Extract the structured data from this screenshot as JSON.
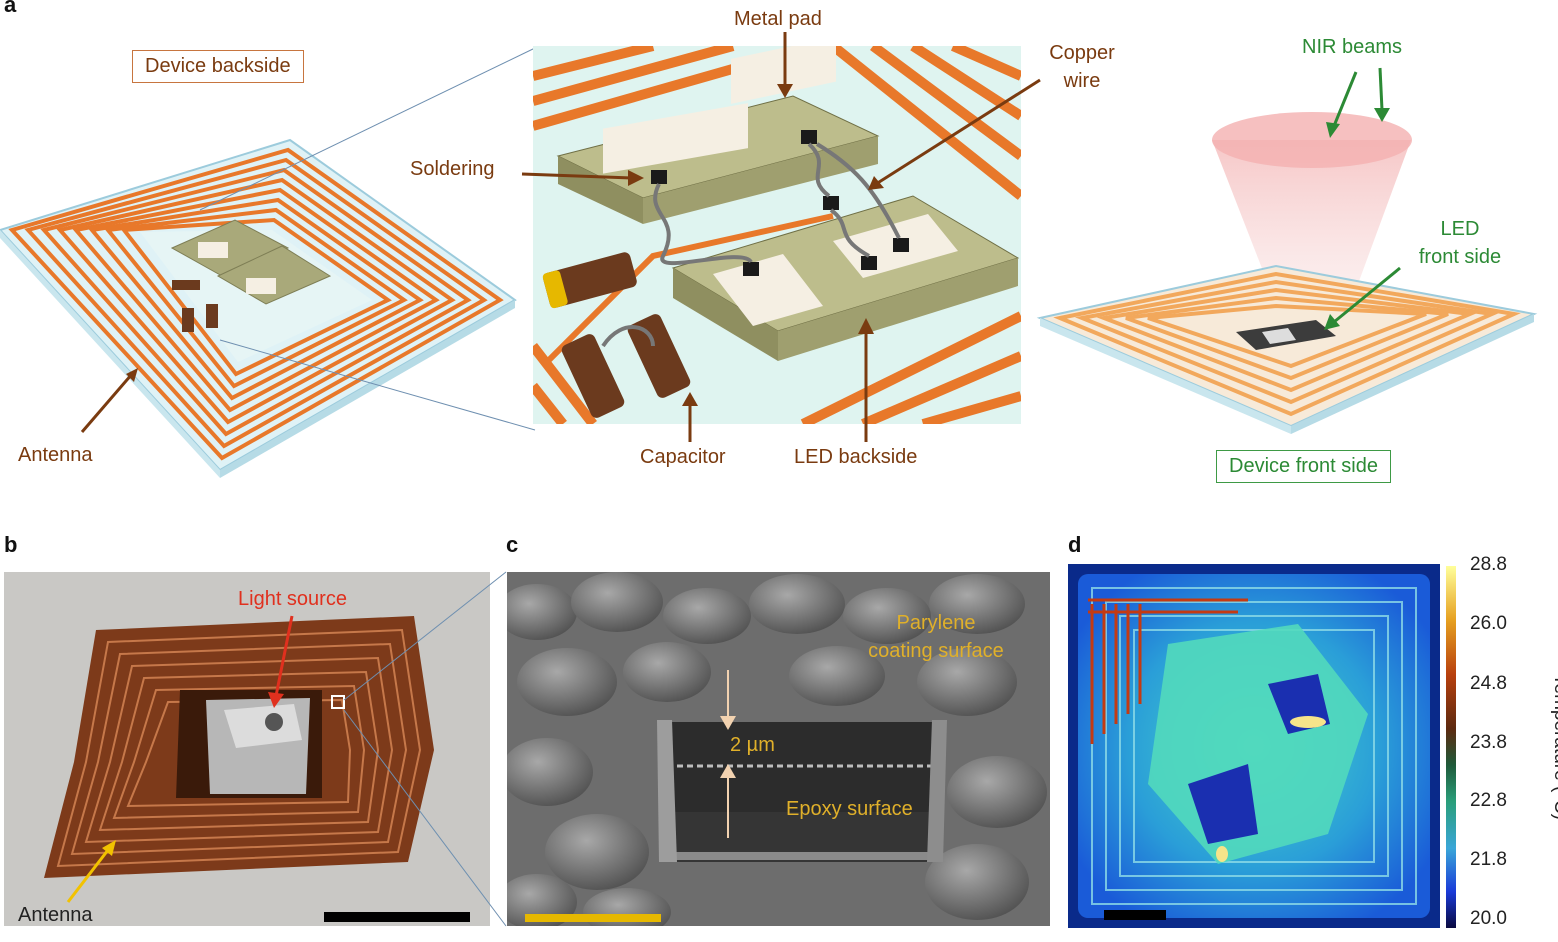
{
  "panels": {
    "a": {
      "letter": "a",
      "labels": {
        "device_backside": "Device backside",
        "metal_pad": "Metal pad",
        "copper_wire_1": "Copper",
        "copper_wire_2": "wire",
        "soldering": "Soldering",
        "antenna": "Antenna",
        "capacitor": "Capacitor",
        "led_backside": "LED backside",
        "nir_beams": "NIR beams",
        "led_front_1": "LED",
        "led_front_2": "front side",
        "device_front_side": "Device front side"
      }
    },
    "b": {
      "letter": "b",
      "labels": {
        "light_source": "Light source",
        "antenna": "Antenna"
      }
    },
    "c": {
      "letter": "c",
      "labels": {
        "parylene_1": "Parylene",
        "parylene_2": "coating surface",
        "thickness": "2 µm",
        "epoxy": "Epoxy surface"
      }
    },
    "d": {
      "letter": "d",
      "colorbar": {
        "ticks": [
          "28.8",
          "26.0",
          "24.8",
          "23.8",
          "22.8",
          "21.8",
          "20.0"
        ],
        "label": "Temperature (°C)"
      }
    }
  },
  "colors": {
    "antenna_orange": "#e8782a",
    "label_brown": "#7a3b10",
    "label_green": "#2c8a35",
    "pad_olive": "#a9a97a",
    "scalebar_yellow": "#e6b800"
  }
}
